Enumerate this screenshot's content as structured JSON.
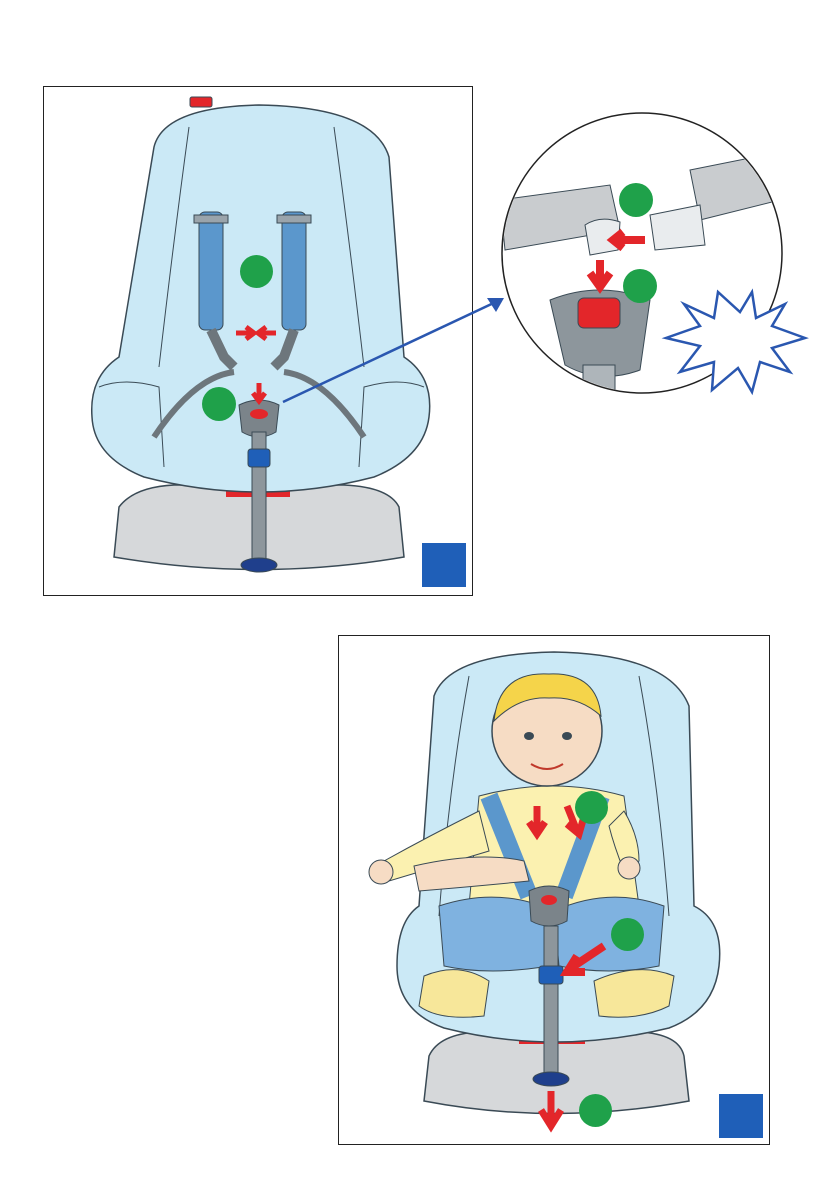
{
  "colors": {
    "seat_fill": "#cbe9f6",
    "seat_outline": "#3a4a55",
    "base_gray": "#d6d8da",
    "strap_blue": "#5b97cc",
    "arrow_red": "#e3262a",
    "marker_green": "#1fa14a",
    "tag_blue": "#1f5fb8",
    "burst_blue": "#2a57b0",
    "skin": "#f6dcc4",
    "hair": "#f5d44a",
    "shirt": "#fbf1b0",
    "pants": "#7fb2e0"
  },
  "icons": {
    "step_marker": "green-circle",
    "figure_tag": "blue-square",
    "click_burst": "starburst",
    "direction_arrow": "red-arrow"
  }
}
